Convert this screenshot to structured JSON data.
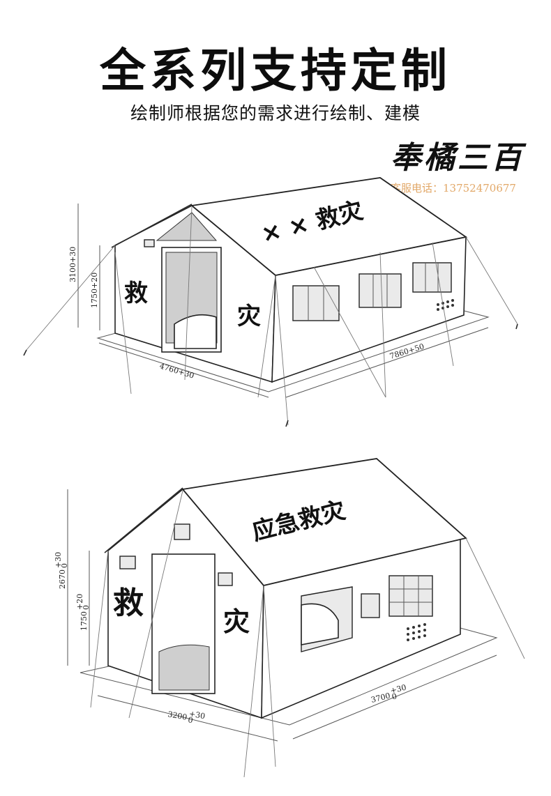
{
  "header": {
    "title": "全系列支持定制",
    "subtitle": "绘制师根据您的需求进行绘制、建模",
    "brand": "奉橘三百",
    "contact": "客服电话：13752470677"
  },
  "tent_top": {
    "roof_text": "× × 救灾",
    "front_left": "救",
    "front_right": "灾",
    "dim_height_total": "3100+30",
    "dim_height_wall": "1750+20",
    "dim_width": "4760+30",
    "dim_length": "7860+50"
  },
  "tent_bottom": {
    "roof_text": "应急救灾",
    "front_left": "救",
    "front_right": "灾",
    "dim_height_total": "2670",
    "dim_height_wall": "1750",
    "dim_width": "3200",
    "dim_length": "3700",
    "tol_upper": "+30",
    "tol_lower": "0",
    "tol_wall_upper": "+20"
  },
  "colors": {
    "contact": "#e2a868",
    "line": "#2a2a2a"
  }
}
